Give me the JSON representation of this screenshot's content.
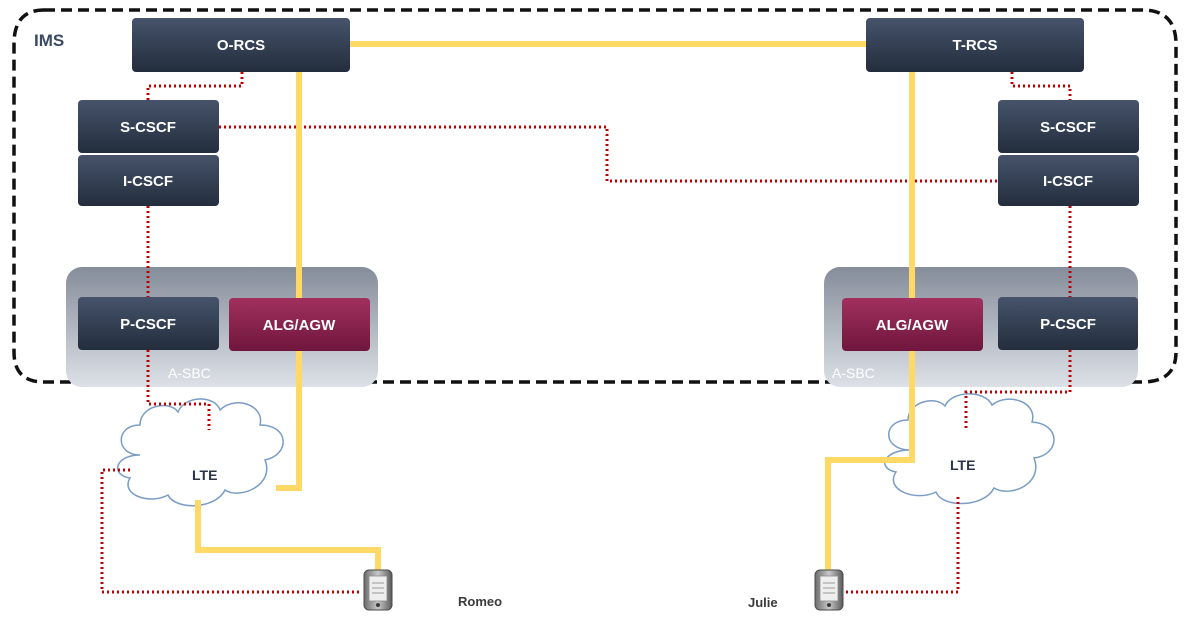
{
  "ims_label": "IMS",
  "nodes": {
    "o_rcs": "O-RCS",
    "t_rcs": "T-RCS",
    "s_cscf_left": "S-CSCF",
    "i_cscf_left": "I-CSCF",
    "s_cscf_right": "S-CSCF",
    "i_cscf_right": "I-CSCF",
    "p_cscf_left": "P-CSCF",
    "alg_left": "ALG/AGW",
    "alg_right": "ALG/AGW",
    "p_cscf_right": "P-CSCF"
  },
  "sbc": {
    "left": "A-SBC",
    "right": "A-SBC"
  },
  "clouds": {
    "left": "LTE",
    "right": "LTE"
  },
  "users": {
    "left": "Romeo",
    "right": "Julie"
  },
  "colors": {
    "node_dark": "#2f3b4f",
    "node_accent": "#8b1f4d",
    "signaling": "#c00000",
    "media": "#ffd966",
    "sbc_gradient_end": "#d8dce3"
  }
}
